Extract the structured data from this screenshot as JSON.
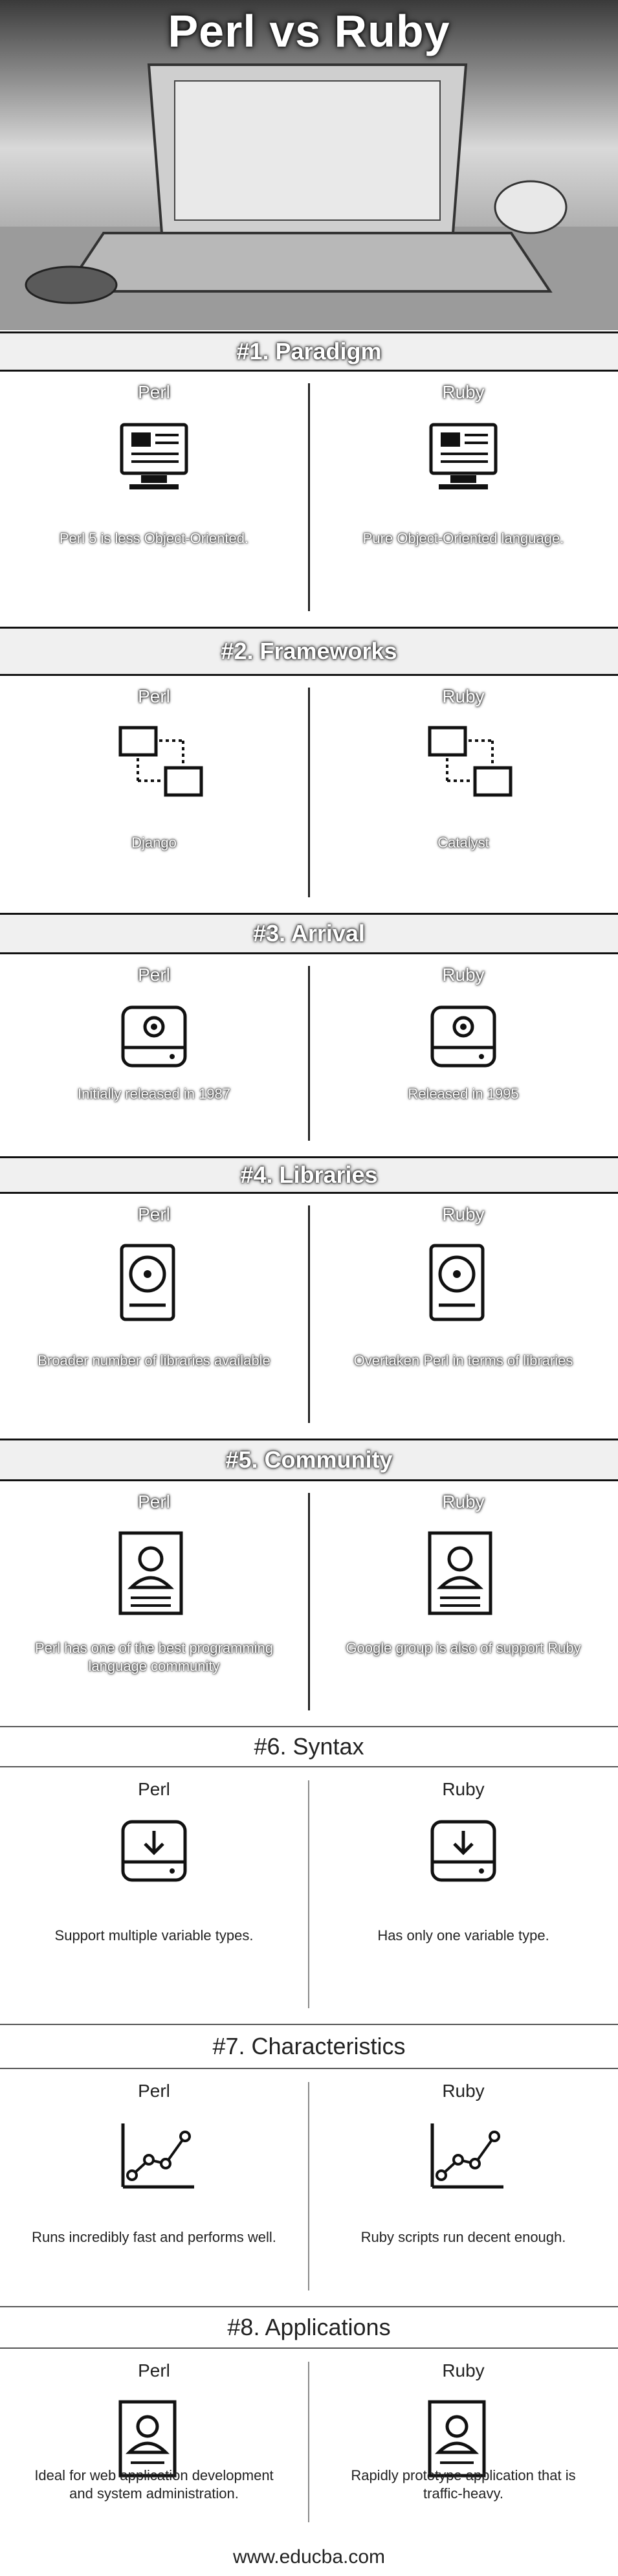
{
  "title": "Perl vs Ruby",
  "sections": [
    {
      "id": "paradigm",
      "heading": "#1. Paradigm",
      "perl": {
        "name": "Perl",
        "text": "Perl 5 is less Object-Oriented."
      },
      "ruby": {
        "name": "Ruby",
        "text": "Pure Object-Oriented language."
      }
    },
    {
      "id": "frameworks",
      "heading": "#2. Frameworks",
      "perl": {
        "name": "Perl",
        "text": "Django"
      },
      "ruby": {
        "name": "Ruby",
        "text": "Catalyst"
      }
    },
    {
      "id": "arrival",
      "heading": "#3. Arrival",
      "perl": {
        "name": "Perl",
        "text": "Initially released in 1987"
      },
      "ruby": {
        "name": "Ruby",
        "text": "Released in 1995"
      }
    },
    {
      "id": "libraries",
      "heading": "#4. Libraries",
      "perl": {
        "name": "Perl",
        "text": "Broader number of libraries available"
      },
      "ruby": {
        "name": "Ruby",
        "text": "Overtaken Perl in terms of libraries"
      }
    },
    {
      "id": "community",
      "heading": "#5. Community",
      "perl": {
        "name": "Perl",
        "text": "Perl has one of the best programming language community"
      },
      "ruby": {
        "name": "Ruby",
        "text": "Google group is also of support Ruby"
      }
    },
    {
      "id": "syntax",
      "heading": "#6. Syntax",
      "perl": {
        "name": "Perl",
        "text": "Support multiple variable types."
      },
      "ruby": {
        "name": "Ruby",
        "text": "Has only one variable type."
      }
    },
    {
      "id": "characteristics",
      "heading": "#7. Characteristics",
      "perl": {
        "name": "Perl",
        "text": "Runs incredibly fast and performs well."
      },
      "ruby": {
        "name": "Ruby",
        "text": "Ruby scripts run decent enough."
      }
    },
    {
      "id": "applications",
      "heading": "#8. Applications",
      "perl": {
        "name": "Perl",
        "text": "Ideal for web application development and system administration."
      },
      "ruby": {
        "name": "Ruby",
        "text": "Rapidly prototype application that is traffic-heavy."
      }
    }
  ],
  "footer": "www.educba.com",
  "icons": [
    "monitor-icon",
    "network-icon",
    "disk-gear-icon",
    "hard-drive-icon",
    "profile-card-icon",
    "download-drive-icon",
    "line-chart-icon",
    "id-badge-icon"
  ],
  "colors": {
    "band": "#f0f0f0",
    "rule": "#111111",
    "text": "#222222"
  }
}
